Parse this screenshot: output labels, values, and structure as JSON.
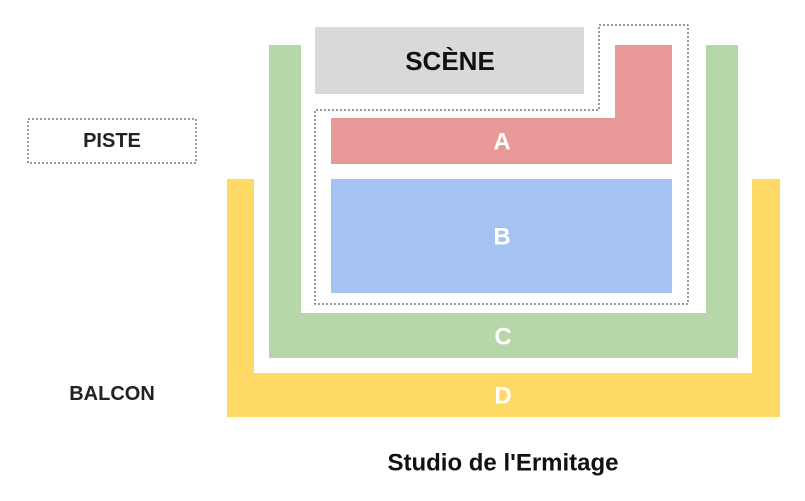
{
  "stage": {
    "label": "SCÈNE"
  },
  "zones": {
    "a": {
      "label": "A",
      "color": "#e99898"
    },
    "b": {
      "label": "B",
      "color": "#a4c2f2"
    },
    "c": {
      "label": "C",
      "color": "#b6d7a8"
    },
    "d": {
      "label": "D",
      "color": "#ffd966"
    }
  },
  "areas": {
    "piste": "PISTE",
    "balcon": "BALCON"
  },
  "venue": {
    "name": "Studio de l'Ermitage"
  },
  "colors": {
    "stage": "#d9d9d9",
    "outline": "#333333"
  }
}
